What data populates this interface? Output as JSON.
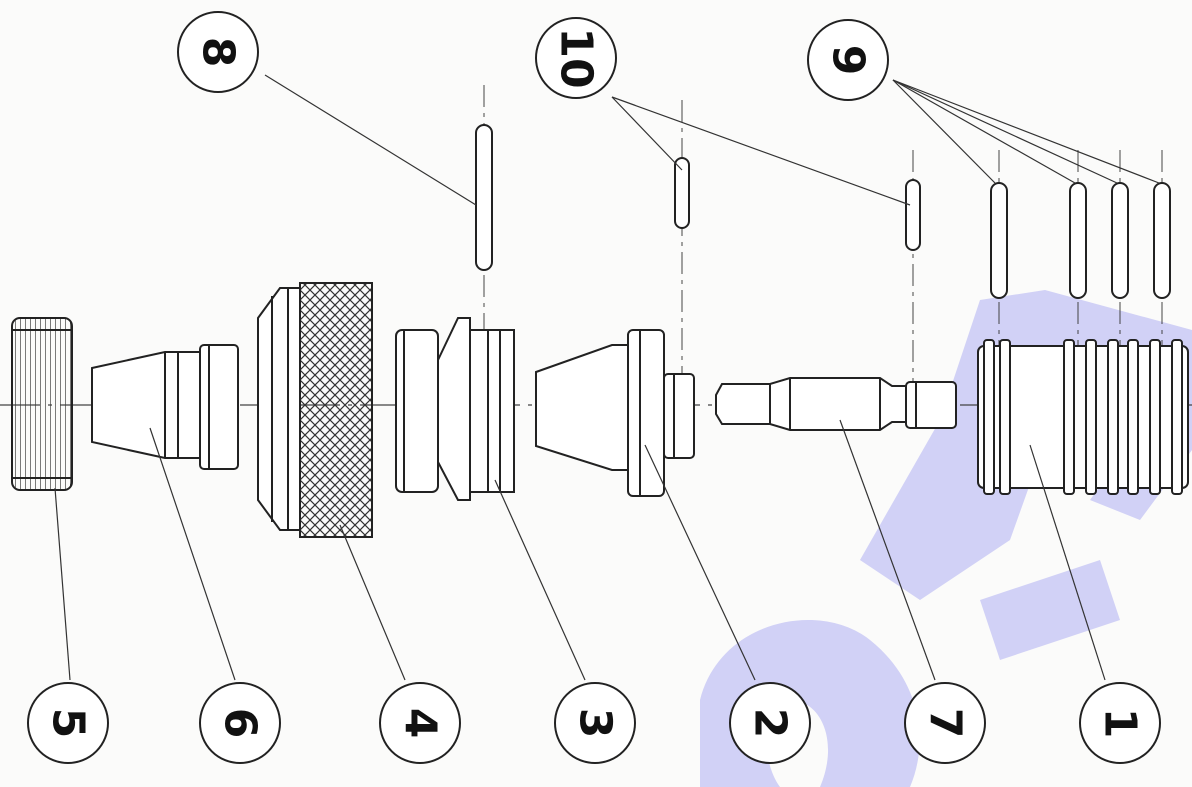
{
  "diagram": {
    "callouts": [
      {
        "id": "c1",
        "label": "1"
      },
      {
        "id": "c7",
        "label": "7"
      },
      {
        "id": "c2",
        "label": "2"
      },
      {
        "id": "c3",
        "label": "3"
      },
      {
        "id": "c4",
        "label": "4"
      },
      {
        "id": "c6",
        "label": "6"
      },
      {
        "id": "c5",
        "label": "5"
      },
      {
        "id": "c8",
        "label": "8"
      },
      {
        "id": "c10",
        "label": "10"
      },
      {
        "id": "c9",
        "label": "9"
      }
    ],
    "watermark_color": "#c9c9f4",
    "line_color": "#222222"
  }
}
